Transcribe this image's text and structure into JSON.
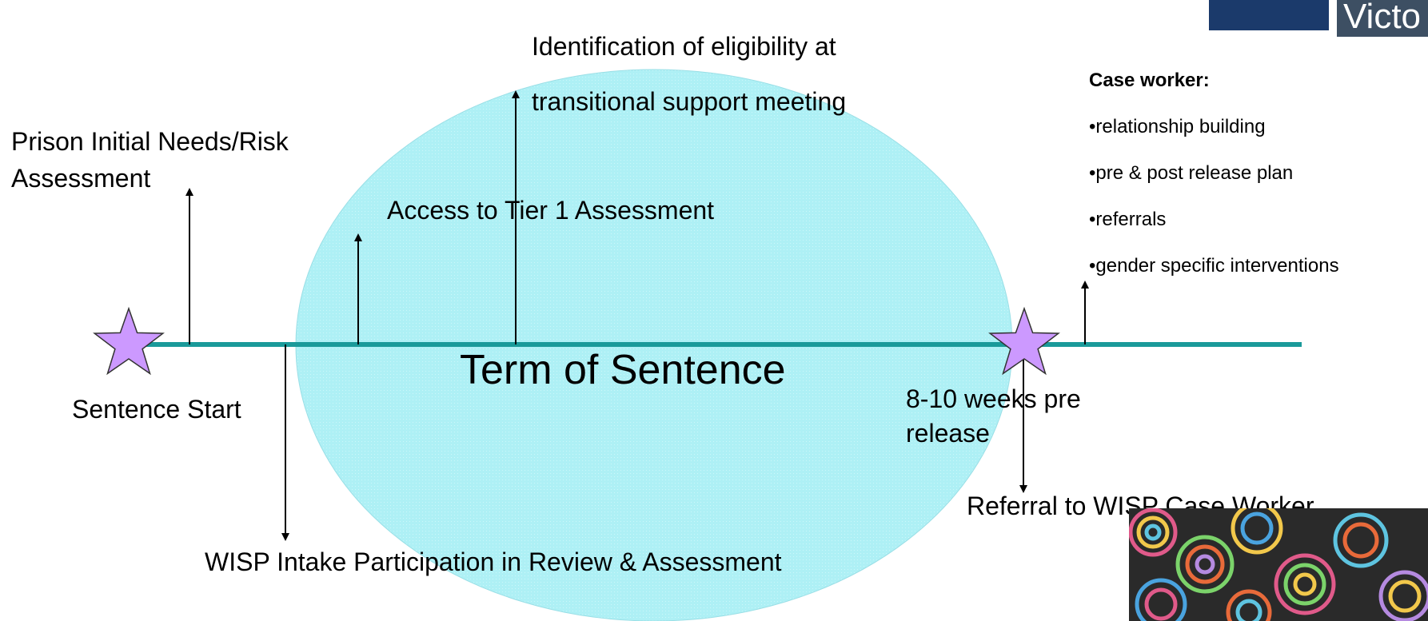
{
  "logo": {
    "text": "Victo"
  },
  "timeline": {
    "center_label": "Term of Sentence"
  },
  "labels": {
    "prison_assessment_line1": "Prison Initial Needs/Risk",
    "prison_assessment_line2": "Assessment",
    "access_tier1": "Access to Tier 1 Assessment",
    "eligibility_line1": "Identification of eligibility at",
    "eligibility_line2": "transitional support meeting",
    "sentence_start": "Sentence Start",
    "wisp_intake": "WISP Intake Participation in Review & Assessment",
    "pre_release_line1": "8-10 weeks pre",
    "pre_release_line2": "release",
    "referral": "Referral to WISP Case Worker"
  },
  "case_worker": {
    "title": "Case worker:",
    "items": [
      "•relationship building",
      "•pre & post release plan",
      "•referrals",
      "•gender specific interventions"
    ]
  },
  "colors": {
    "timeline": "#1a9a9a",
    "circle_fill": "#aef0f5",
    "star_fill": "#cc99ff",
    "logo_dark": "#1b3a6b"
  }
}
